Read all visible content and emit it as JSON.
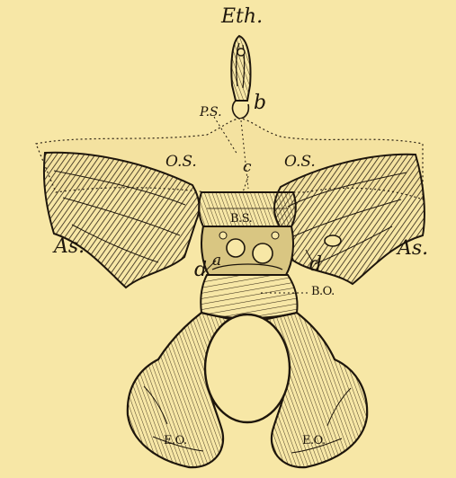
{
  "figure": {
    "background": "#f7e7a6",
    "ink": "#1e160c",
    "labels": {
      "eth": "Eth.",
      "ps": "P.S.",
      "b": "b",
      "os_left": "O.S.",
      "os_right": "O.S.",
      "c": "c",
      "bs": "B.S.",
      "as_left": "As.",
      "as_right": "As.",
      "a": "a",
      "d_left": "d",
      "d_right": "d",
      "bo": "B.O.",
      "eo_left": "E.O.",
      "eo_right": "E.O."
    }
  }
}
